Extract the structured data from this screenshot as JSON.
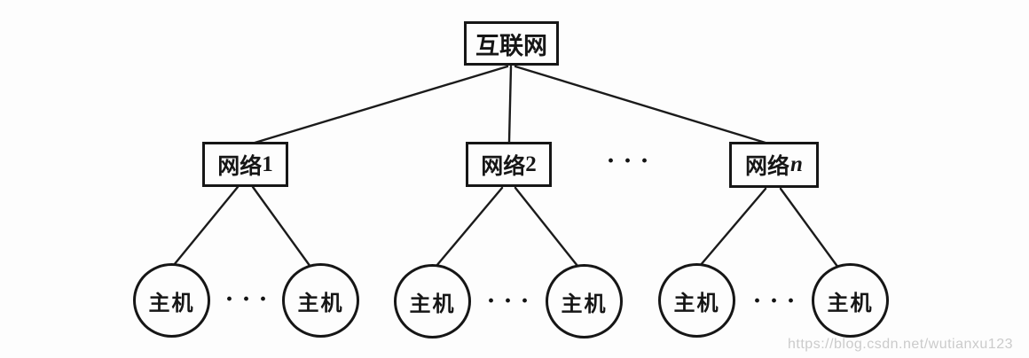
{
  "nodes": {
    "internet": "互联网",
    "networks": [
      {
        "prefix": "网络",
        "suffix": "1"
      },
      {
        "prefix": "网络",
        "suffix": "2"
      },
      {
        "prefix": "网络",
        "suffix": "n"
      }
    ],
    "hosts": [
      "主机",
      "主机",
      "主机",
      "主机",
      "主机",
      "主机"
    ],
    "ellipsis": "···"
  },
  "edges": [
    {
      "from": "互联网",
      "to": "网络1"
    },
    {
      "from": "互联网",
      "to": "网络2"
    },
    {
      "from": "互联网",
      "to": "网络n"
    },
    {
      "from": "网络1",
      "to": "主机"
    },
    {
      "from": "网络1",
      "to": "主机"
    },
    {
      "from": "网络2",
      "to": "主机"
    },
    {
      "from": "网络2",
      "to": "主机"
    },
    {
      "from": "网络n",
      "to": "主机"
    },
    {
      "from": "网络n",
      "to": "主机"
    }
  ],
  "watermark": {
    "text": "https://blog.csdn.net/wutianxu123"
  },
  "colors": {
    "ink": "#1b1b1b",
    "background": "#fdfdfd",
    "watermark": "#cbcbcb"
  }
}
